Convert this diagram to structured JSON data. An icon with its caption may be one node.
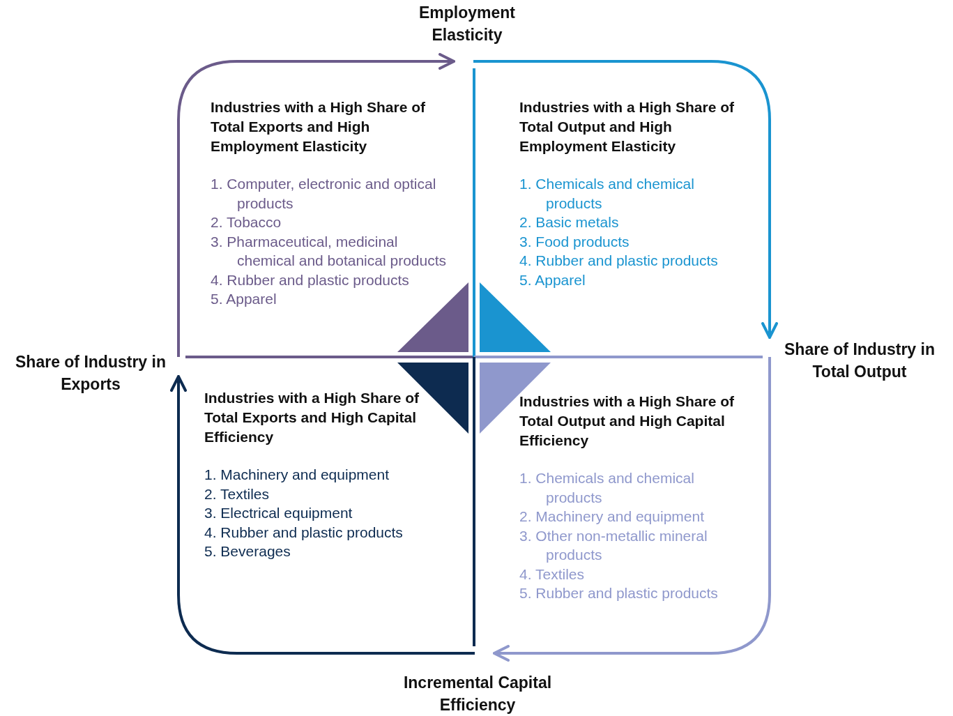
{
  "diagram": {
    "nodes": [
      {
        "text": [
          "Employment Elasticity"
        ]
      },
      {
        "text": [
          "Industries with a High Share of Total Exports and High Employment Elasticity",
          "1. Computer, electronic and optical products",
          "2. Tobacco",
          "3. Pharmaceutical, medicinal chemical and botanical products",
          "4. Rubber and plastic products",
          "5. Apparel"
        ]
      },
      {
        "text": [
          "Industries with a High Share of Total Output and High Employment Elasticity",
          "1. Chemicals and chemical products",
          "2. Basic metals",
          "3. Food products",
          "4. Rubber and plastic products",
          "5. Apparel"
        ]
      },
      {
        "text": [
          "Share of Industry in Exports"
        ]
      },
      {
        "text": [
          "Share of Industry in Total Output"
        ]
      },
      {
        "text": [
          "Industries with a High Share of Total Exports and High Capital Efficiency",
          "1. Machinery and equipment",
          "2. Textiles",
          "3. Electrical equipment",
          "4. Rubber and plastic products",
          "5. Beverages"
        ]
      },
      {
        "text": [
          "Industries with a High Share of Total Output and High Capital Efficiency",
          "1. Chemicals and chemical products",
          "2. Machinery and equipment",
          "3. Other non-metallic mineral products",
          "4. Textiles",
          "5. Rubber and plastic products"
        ]
      },
      {
        "text": [
          "Incremental Capital Efficiency"
        ]
      }
    ],
    "edges": [
      {
        "from": 3,
        "to": 0,
        "arrow": "to",
        "color": "#6b5b8a"
      },
      {
        "from": 0,
        "to": 4,
        "arrow": "to",
        "color": "#1a94d0"
      },
      {
        "from": 4,
        "to": 7,
        "arrow": "to",
        "color": "#8f98cc"
      },
      {
        "from": 7,
        "to": 3,
        "arrow": "to",
        "color": "#0d2b50"
      }
    ]
  }
}
